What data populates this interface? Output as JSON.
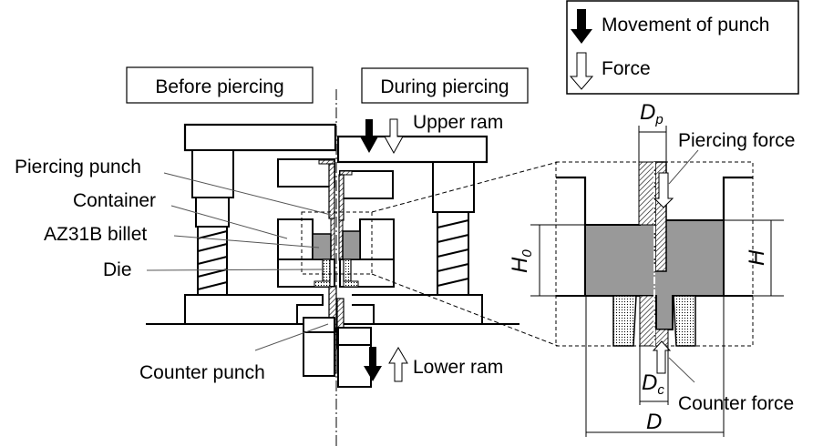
{
  "legend": {
    "items": [
      {
        "icon": "solid-down-arrow",
        "label": "Movement of punch"
      },
      {
        "icon": "hollow-down-arrow",
        "label": "Force"
      }
    ]
  },
  "states": {
    "before": "Before piercing",
    "during": "During piercing"
  },
  "parts": {
    "piercing_punch": "Piercing punch",
    "container": "Container",
    "billet": "AZ31B billet",
    "die": "Die",
    "counter_punch": "Counter punch",
    "upper_ram": "Upper ram",
    "lower_ram": "Lower ram"
  },
  "detail": {
    "piercing_force": "Piercing force",
    "counter_force": "Counter force",
    "dims": {
      "Dp": {
        "main": "D",
        "sub": "p"
      },
      "Dc": {
        "main": "D",
        "sub": "c"
      },
      "D": {
        "main": "D"
      },
      "H0": {
        "main": "H",
        "sub": "0"
      },
      "H": {
        "main": "H"
      }
    }
  },
  "colors": {
    "billet": "#999999",
    "line": "#000000"
  }
}
